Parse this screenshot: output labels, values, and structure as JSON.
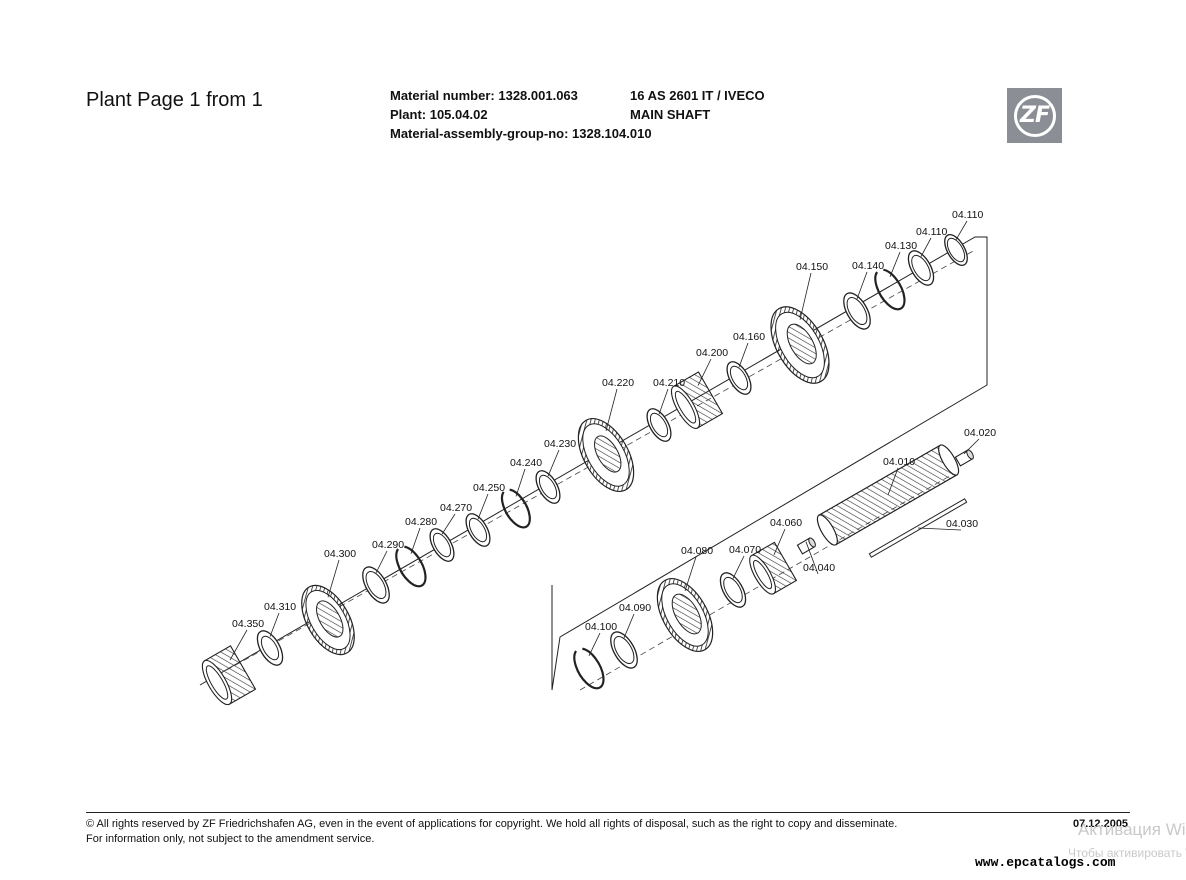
{
  "header": {
    "page_title": "Plant Page 1 from 1",
    "material_number": "Material number: 1328.001.063",
    "model": "16 AS 2601 IT / IVECO",
    "plant": "Plant: 105.04.02",
    "assembly_name": "MAIN SHAFT",
    "assembly_group": "Material-assembly-group-no: 1328.104.010",
    "logo_text": "ZF"
  },
  "parts": [
    {
      "ref": "04.110"
    },
    {
      "ref": "04.110"
    },
    {
      "ref": "04.130"
    },
    {
      "ref": "04.140"
    },
    {
      "ref": "04.150"
    },
    {
      "ref": "04.160"
    },
    {
      "ref": "04.200"
    },
    {
      "ref": "04.210"
    },
    {
      "ref": "04.220"
    },
    {
      "ref": "04.230"
    },
    {
      "ref": "04.240"
    },
    {
      "ref": "04.250"
    },
    {
      "ref": "04.270"
    },
    {
      "ref": "04.280"
    },
    {
      "ref": "04.290"
    },
    {
      "ref": "04.300"
    },
    {
      "ref": "04.310"
    },
    {
      "ref": "04.350"
    },
    {
      "ref": "04.020"
    },
    {
      "ref": "04.010"
    },
    {
      "ref": "04.030"
    },
    {
      "ref": "04.060"
    },
    {
      "ref": "04.040"
    },
    {
      "ref": "04.070"
    },
    {
      "ref": "04.080"
    },
    {
      "ref": "04.090"
    },
    {
      "ref": "04.100"
    }
  ],
  "footer": {
    "copyright": "© All rights reserved by ZF Friedrichshafen AG, even in the event of applications for copyright. We hold all rights of disposal, such as the right to copy and disseminate.",
    "info": "For information only, not subject to the amendment service.",
    "date": "07.12.2005"
  },
  "overlay": {
    "activation": "Активация Windows",
    "activation_hint": "Чтобы активировать Windows",
    "site": "www.epcatalogs.com"
  }
}
